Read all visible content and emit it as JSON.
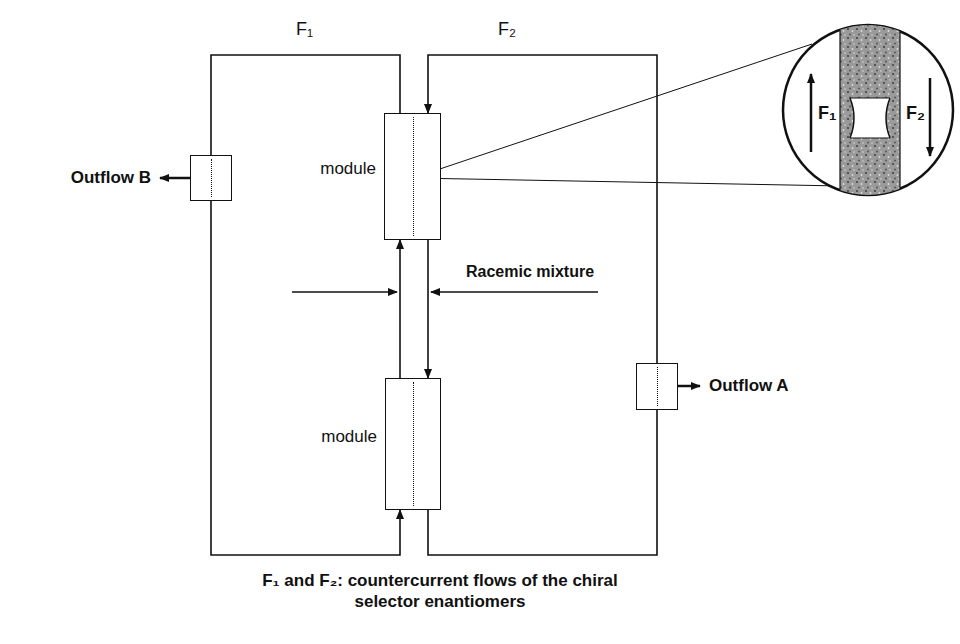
{
  "diagram": {
    "caption": "F₁ and F₂: countercurrent flows of the chiral selector enantiomers",
    "nodes": [
      {
        "text": [
          "Outflow B"
        ]
      },
      {
        "text": [
          "module"
        ]
      },
      {
        "text": [
          "module"
        ]
      },
      {
        "text": [
          "Outflow A"
        ]
      }
    ],
    "edges": [
      {
        "from": 1,
        "to": 0,
        "arrow": "none"
      },
      {
        "from": 0,
        "to": 2,
        "arrow": "to"
      },
      {
        "from": 2,
        "to": 1,
        "arrow": "to"
      },
      {
        "from": 1,
        "to": 2,
        "arrow": "to"
      },
      {
        "from": 2,
        "to": 3,
        "arrow": "none"
      },
      {
        "from": 3,
        "to": 1,
        "arrow": "to"
      }
    ],
    "labels": [
      "F₁",
      "F₂",
      "Racemic mixture",
      "F₁",
      "F₂"
    ]
  }
}
